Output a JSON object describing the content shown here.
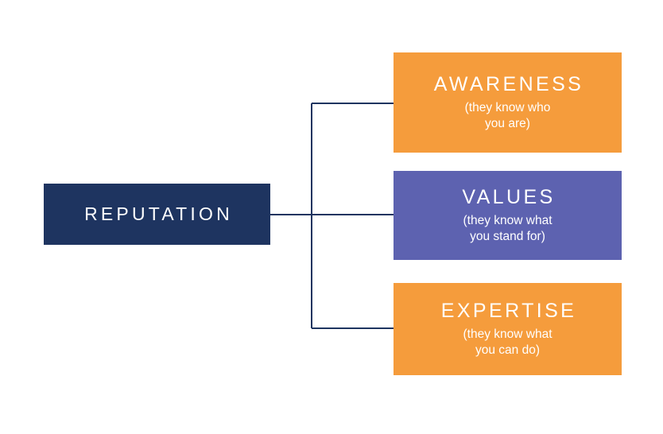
{
  "diagram": {
    "type": "hierarchy-bracket",
    "title": "Reputation",
    "background_color": "#ffffff",
    "connector_color": "#1e3460",
    "root": {
      "label": "REPUTATION",
      "color": "#1e3460",
      "text_color": "#ffffff"
    },
    "children": [
      {
        "label": "AWARENESS",
        "subtitle_lines": [
          "(they know who",
          "you are)"
        ],
        "color": "#f59c3c",
        "text_color": "#ffffff"
      },
      {
        "label": "VALUES",
        "subtitle_lines": [
          "(they know what",
          "you stand for)"
        ],
        "color": "#5d62b0",
        "text_color": "#ffffff"
      },
      {
        "label": "EXPERTISE",
        "subtitle_lines": [
          "(they know what",
          "you can do)"
        ],
        "color": "#f59c3c",
        "text_color": "#ffffff"
      }
    ]
  }
}
